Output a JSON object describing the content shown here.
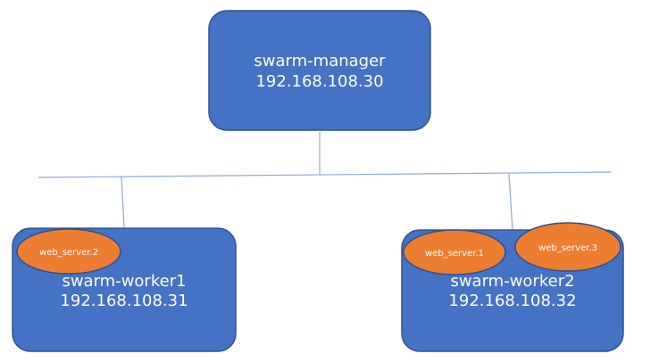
{
  "colors": {
    "node_fill": "#4472C4",
    "node_stroke": "#2F528F",
    "service_fill": "#ED7D31",
    "service_stroke": "#2F528F",
    "line": "#8FAADC"
  },
  "nodes": {
    "manager": {
      "name": "swarm-manager",
      "ip": "192.168.108.30"
    },
    "worker1": {
      "name": "swarm-worker1",
      "ip": "192.168.108.31"
    },
    "worker2": {
      "name": "swarm-worker2",
      "ip": "192.168.108.32"
    }
  },
  "services": {
    "worker1": [
      "web_server.2"
    ],
    "worker2": [
      "web_server.1",
      "web_server.3"
    ]
  }
}
